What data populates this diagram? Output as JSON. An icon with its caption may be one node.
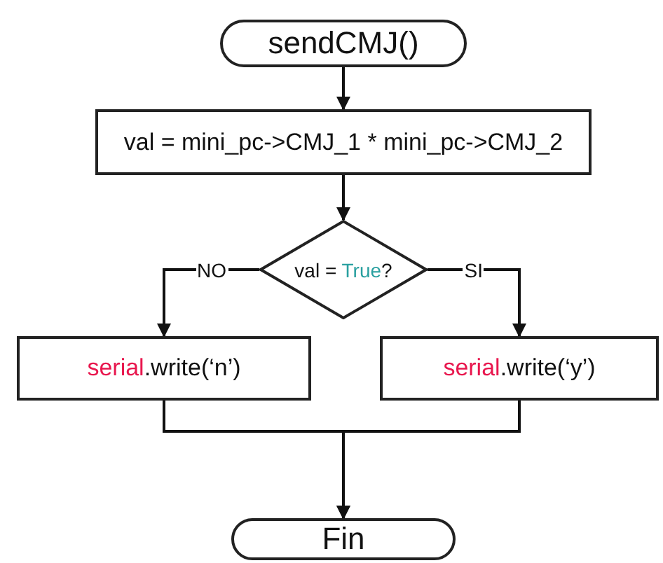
{
  "diagram": {
    "nodes": [
      {
        "text": [
          "sendCMJ()"
        ]
      },
      {
        "text": [
          "val = mini_pc->CMJ_1 * mini_pc->CMJ_2"
        ]
      },
      {
        "text": [
          "val = **True**?"
        ]
      },
      {
        "text": [
          "**serial**.write(‘n’)"
        ]
      },
      {
        "text": [
          "**serial**.write(‘y’)"
        ]
      },
      {
        "text": [
          "Fin"
        ]
      }
    ],
    "edges": [
      {
        "from": 0,
        "to": 1,
        "arrow": "to"
      },
      {
        "from": 1,
        "to": 2,
        "arrow": "to"
      },
      {
        "from": 2,
        "to": 3,
        "arrow": "to",
        "label": "NO"
      },
      {
        "from": 2,
        "to": 4,
        "arrow": "to",
        "label": "SI"
      },
      {
        "from": 3,
        "to": 5,
        "arrow": "to"
      },
      {
        "from": 4,
        "to": 5,
        "arrow": "to"
      }
    ]
  }
}
